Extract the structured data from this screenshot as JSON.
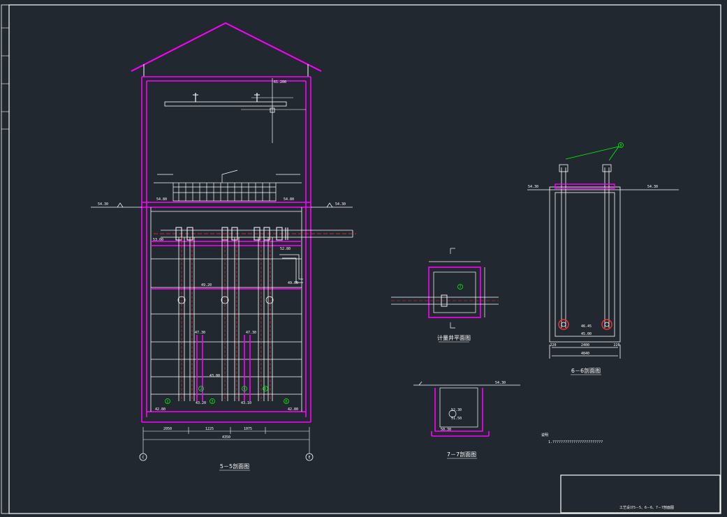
{
  "drawing": {
    "title_block_text": "工艺设计5－5、6－6、7－7剖面图",
    "section_5_5": {
      "title": "5－5剖面图",
      "grid_left": "C",
      "grid_right": "E",
      "elev_left": "54.30",
      "elev_right": "54.30",
      "elev_top": "61.200",
      "elev_floor_left": "54.80",
      "elev_floor_right": "54.80",
      "elev_pipe": "53.00",
      "elev_mid_1": "49.20",
      "elev_mid_2": "49.00",
      "elev_pipe_right": "52.80",
      "elev_low_1": "47.30",
      "elev_low_2": "47.30",
      "elev_bottom_left": "42.80",
      "elev_bottom_right": "42.80",
      "elev_a": "43.20",
      "elev_b": "43.10",
      "elev_c": "43.00",
      "dim_total": "4350",
      "dims_bottom": [
        "2050",
        "1225",
        "1075"
      ]
    },
    "section_meter": {
      "title": "计量井平面图"
    },
    "section_7_7": {
      "title": "7－7剖面图",
      "elev": "54.30",
      "elev_a": "52.30",
      "elev_b": "51.50",
      "elev_c": "50.30"
    },
    "section_6_6": {
      "title": "6－6剖面图",
      "elev_left": "54.30",
      "elev_right": "54.30",
      "elev_bottom": "45.00",
      "elev_pipe": "46.45",
      "dim_total": "4840",
      "dims": [
        "220",
        "2400",
        "220"
      ]
    },
    "notes": {
      "heading": "说明",
      "line_1": "1.????????????????????????"
    },
    "callouts": [
      "1",
      "2",
      "3",
      "4",
      "5",
      "6",
      "7",
      "8"
    ]
  }
}
